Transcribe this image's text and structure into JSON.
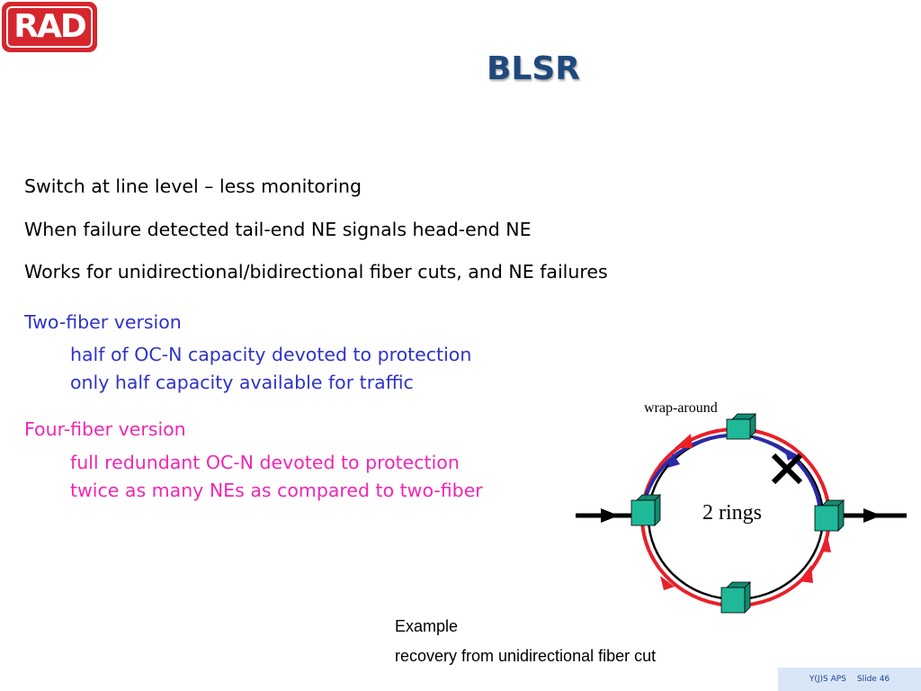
{
  "logo": {
    "text": "RAD"
  },
  "title": "BLSR",
  "bullets": {
    "b1": "Switch at line level – less monitoring",
    "b2": "When failure detected tail-end NE signals head-end NE",
    "b3": "Works for unidirectional/bidirectional fiber cuts, and NE failures",
    "two_fiber": {
      "heading": "Two-fiber version",
      "sub1": "half of OC-N capacity devoted to protection",
      "sub2": "only half capacity available for traffic"
    },
    "four_fiber": {
      "heading": "Four-fiber version",
      "sub1": "full redundant OC-N devoted to protection",
      "sub2": "twice as many NEs as compared to two-fiber"
    }
  },
  "diagram": {
    "wrap_label": "wrap-around",
    "center_label": "2 rings",
    "colors": {
      "ring": "#000000",
      "outer": "#e8202a",
      "inner": "#2a2aa8",
      "node": "#1fb898",
      "node_shade": "#128a70"
    }
  },
  "caption": {
    "line1": "Example",
    "line2": "recovery from unidirectional fiber cut"
  },
  "footer": {
    "left": "Y(J)S APS",
    "right": "Slide 46"
  }
}
